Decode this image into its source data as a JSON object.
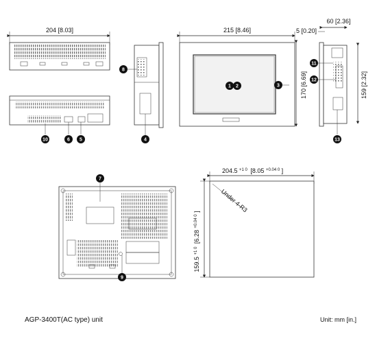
{
  "caption": "AGP-3400T(AC type) unit",
  "unit_note": "Unit: mm [in.]",
  "dims": {
    "top_width": "204 [8.03]",
    "front_width": "215 [8.46]",
    "front_height": "170 [6.69]",
    "depth": "60 [2.36]",
    "bezel": "5 [0.20]",
    "side_height": "159 [2.32]",
    "cutout_width": "204.5",
    "cutout_width_tol": "+1 0",
    "cutout_width_in": "[8.05",
    "cutout_width_in_tol": "+0.04 0",
    "cutout_height": "159.5",
    "cutout_height_tol": "+1 0",
    "cutout_height_in": "[6.28",
    "cutout_height_in_tol": "+0.04 0",
    "corner_note": "Under 4-R3"
  },
  "callouts": [
    "1",
    "2",
    "3",
    "4",
    "5",
    "6",
    "7",
    "8",
    "9",
    "10",
    "11",
    "12",
    "13"
  ]
}
